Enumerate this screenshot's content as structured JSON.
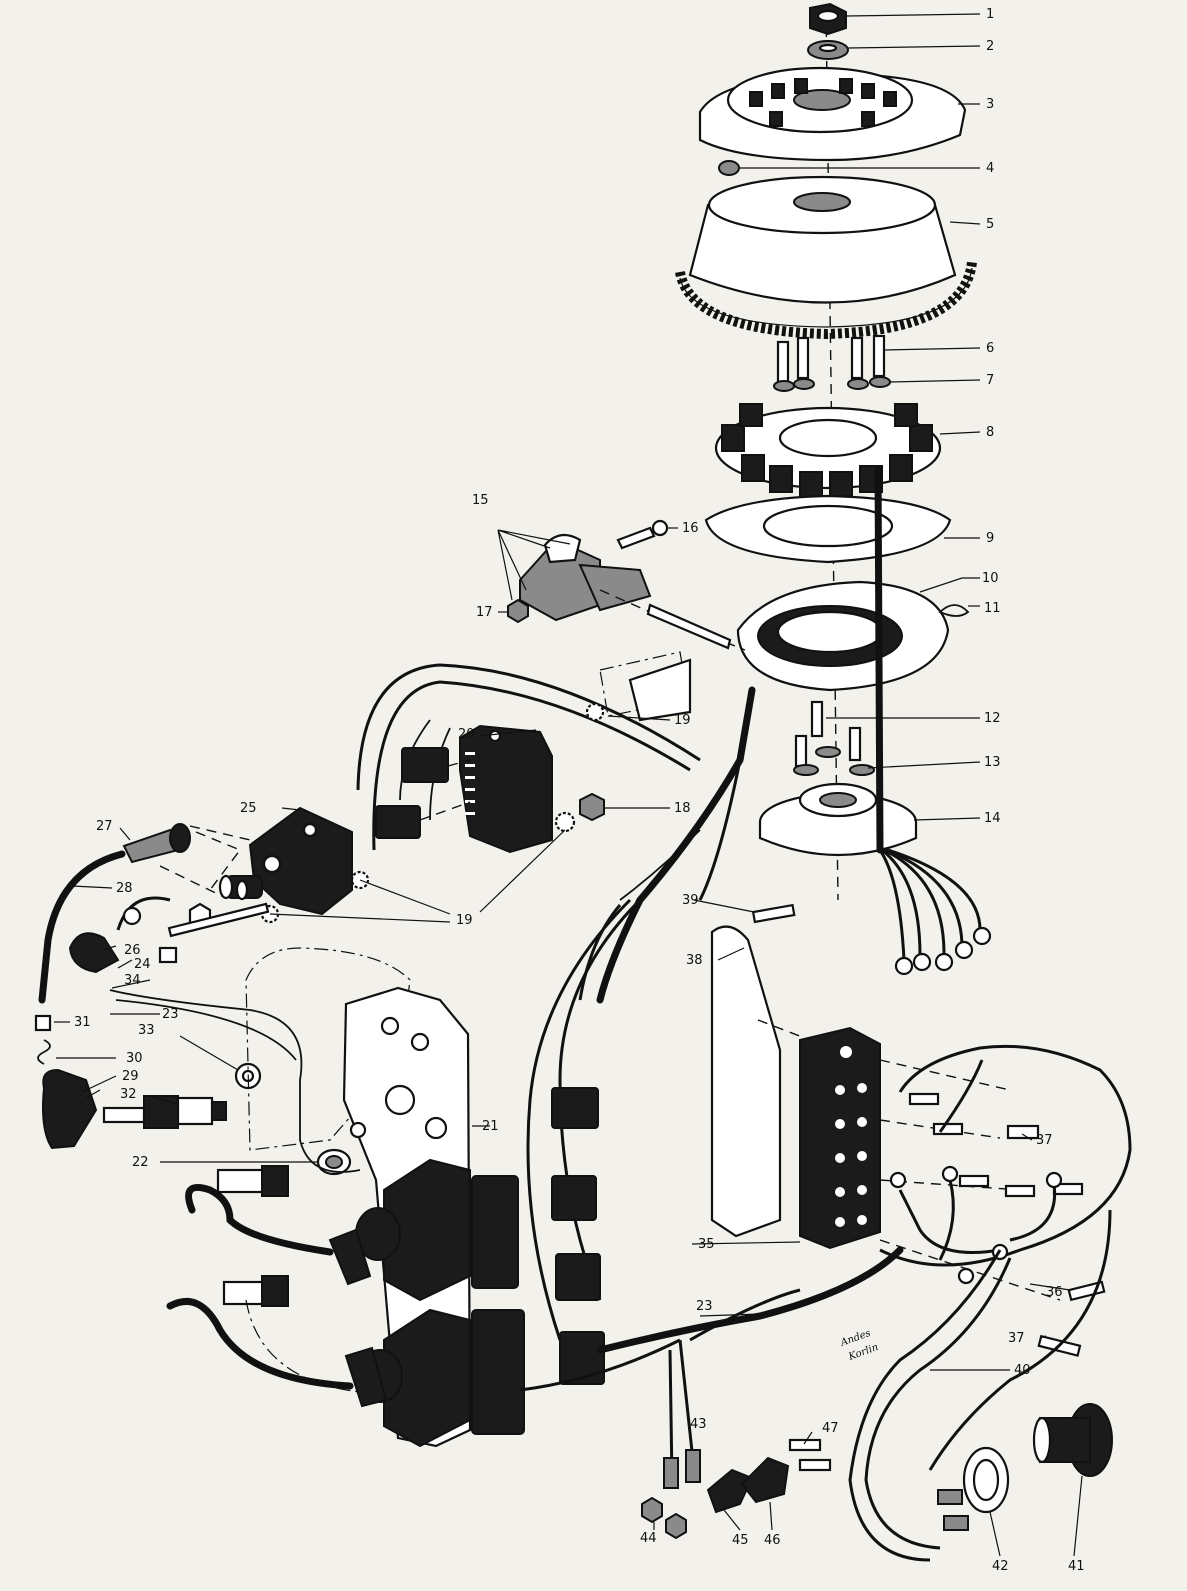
{
  "diagram": {
    "callouts": [
      "1",
      "2",
      "3",
      "4",
      "5",
      "6",
      "7",
      "8",
      "9",
      "10",
      "11",
      "12",
      "13",
      "14",
      "15",
      "16",
      "17",
      "18",
      "19",
      "20",
      "21",
      "22",
      "23",
      "24",
      "25",
      "26",
      "27",
      "28",
      "29",
      "30",
      "31",
      "32",
      "33",
      "34",
      "35",
      "36",
      "37",
      "38",
      "39",
      "40",
      "41",
      "42",
      "43",
      "44",
      "45",
      "46",
      "47"
    ],
    "signature": [
      "Andes",
      "Korlin"
    ]
  }
}
